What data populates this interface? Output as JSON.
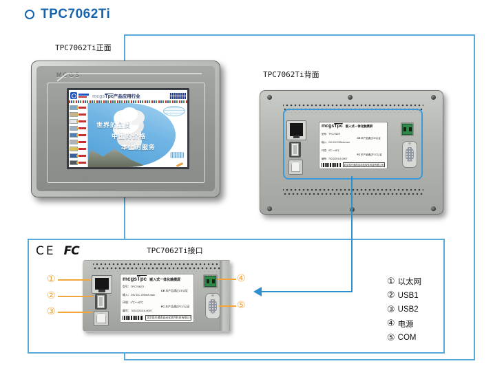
{
  "page": {
    "title": "TPC7062Ti"
  },
  "colors": {
    "title_blue": "#1563ae",
    "frame_blue": "#57a9da",
    "connector_blue": "#2e8fd0",
    "callout_orange": "#f2a53a",
    "device_gray": "#b2b4b0"
  },
  "views": {
    "front": {
      "label": "TPC7062Ti正面",
      "bezel_logo": "MCGS",
      "screen": {
        "brand_left": "mcgs",
        "brand_tpc": "Tpc",
        "brand_cn": "产品应用行业",
        "slogan": [
          "世界的品质",
          "中国的价格",
          "本土的服务"
        ]
      }
    },
    "back": {
      "label": "TPC7062Ti背面"
    },
    "interface": {
      "label": "TPC7062Ti接口",
      "callout_nums": [
        "①",
        "②",
        "③",
        "④",
        "⑤"
      ]
    }
  },
  "device_label": {
    "brand_left": "mcgs",
    "brand_tpc": "Tpc",
    "product": "嵌入式一体化触摸屏",
    "rows": [
      "型号：TPC7062Ti",
      "输入：24V DC 200mA max",
      "环境：0℃～45℃",
      "编号：7024220110-0007"
    ],
    "cert_ce_mark": "CE",
    "cert_ce_text": "本产品通过CE认证",
    "cert_fcc_mark": "FC",
    "cert_fcc_text": "本产品通过FCC认证",
    "footer": "北京昆仑通态自动化软件科技有限公司"
  },
  "marks": {
    "ce": "CE",
    "fcc": "FC"
  },
  "legend": {
    "items": [
      {
        "num": "①",
        "label": "以太网"
      },
      {
        "num": "②",
        "label": "USB1"
      },
      {
        "num": "③",
        "label": "USB2"
      },
      {
        "num": "④",
        "label": "电源"
      },
      {
        "num": "⑤",
        "label": "COM"
      }
    ]
  }
}
